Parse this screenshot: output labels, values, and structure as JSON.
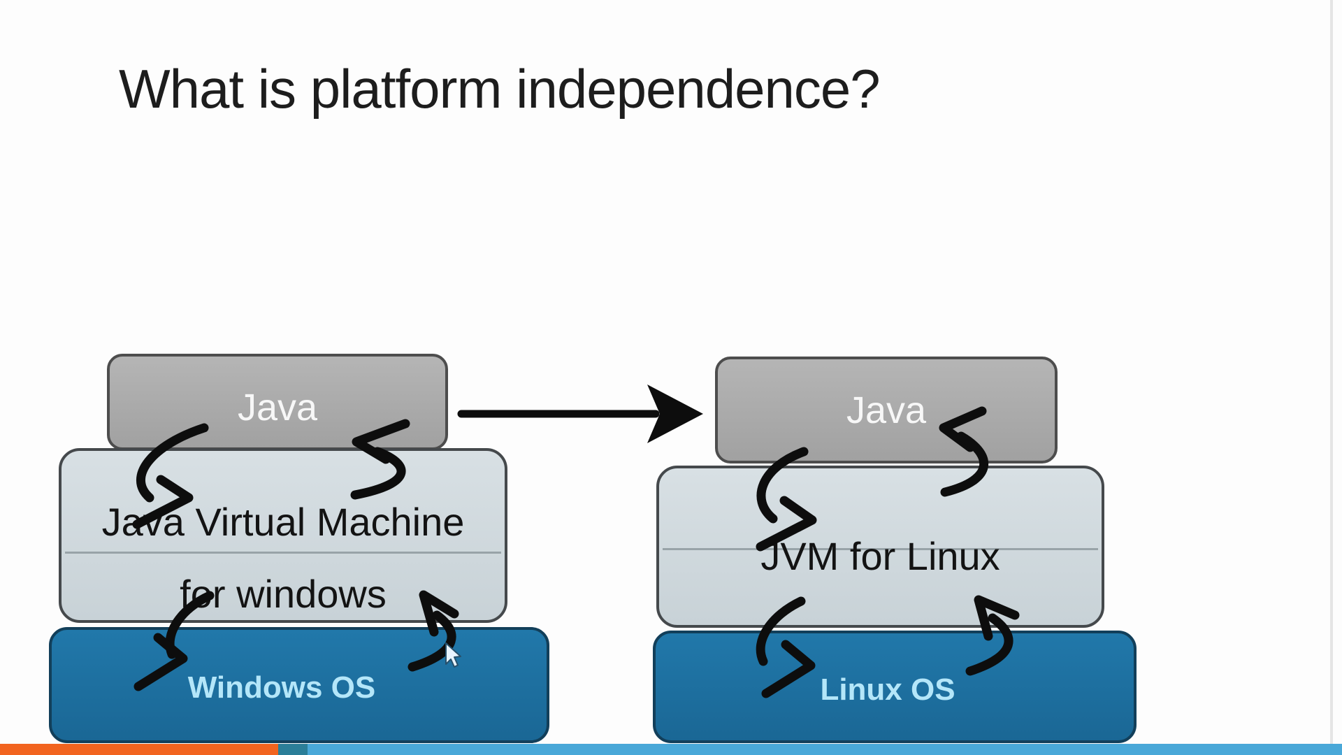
{
  "slide": {
    "title": "What is platform independence?"
  },
  "left_stack": {
    "app_label": "Java",
    "vm_label_line1": "Java Virtual Machine",
    "vm_label_line2": "for windows",
    "os_label": "Windows OS"
  },
  "right_stack": {
    "app_label": "Java",
    "vm_label": "JVM for Linux",
    "os_label": "Linux OS"
  },
  "icons": {
    "transfer_arrow": "right-arrow",
    "interaction_arrows": "curved-exchange-arrow",
    "cursor": "mouse-pointer"
  },
  "colors": {
    "app_box_fill": "#ababab",
    "vm_box_fill": "#cfd9dd",
    "os_box_fill": "#1d73a4",
    "os_label_color": "#b4e6f9",
    "title_color": "#1d1d1d",
    "arrow_color": "#0d0d0d",
    "accent_orange": "#f2641f",
    "accent_blue": "#49a8d8"
  }
}
